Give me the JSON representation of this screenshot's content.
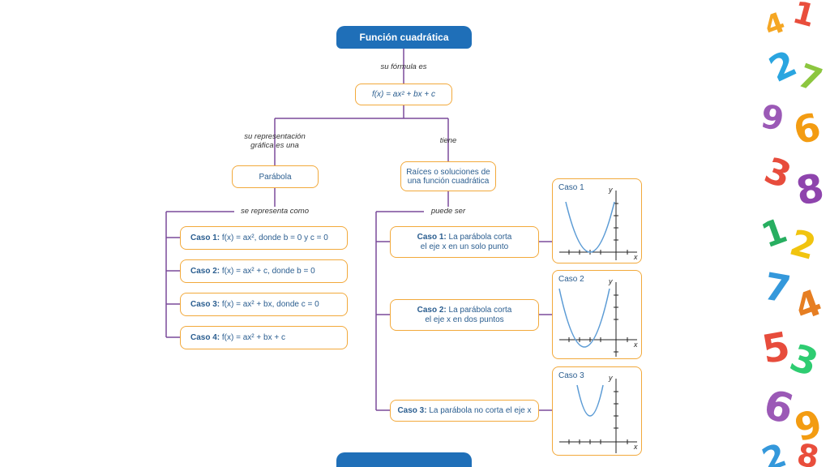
{
  "title": "Función cuadrática",
  "link_formula": "su fórmula es",
  "formula": "f(x) = ax² + bx + c",
  "left_link": [
    "su representación",
    "gráfica es una"
  ],
  "right_link": "tiene",
  "parabola": "Parábola",
  "roots": [
    "Raíces o soluciones de",
    "una función cuadrática"
  ],
  "left_link2": "se representa como",
  "right_link2": "puede ser",
  "left_cases": [
    {
      "label": "Caso 1:",
      "text": " f(x) = ax², donde b = 0 y c = 0"
    },
    {
      "label": "Caso 2:",
      "text": " f(x) = ax² + c, donde b = 0"
    },
    {
      "label": "Caso 3:",
      "text": " f(x) = ax² + bx, donde c = 0"
    },
    {
      "label": "Caso 4:",
      "text": " f(x) = ax² + bx + c"
    }
  ],
  "right_cases": [
    {
      "label": "Caso 1:",
      "line1": " La parábola corta",
      "line2": "el eje x en un solo punto"
    },
    {
      "label": "Caso 2:",
      "line1": " La parábola corta",
      "line2": "el eje x en dos puntos"
    },
    {
      "label": "Caso 3:",
      "line1": " La parábola no corta el eje x",
      "line2": ""
    }
  ],
  "graphs": [
    {
      "caption": "Caso 1",
      "xaxis": "x",
      "yaxis": "y"
    },
    {
      "caption": "Caso 2",
      "xaxis": "x",
      "yaxis": "y"
    },
    {
      "caption": "Caso 3",
      "xaxis": "x",
      "yaxis": "y"
    }
  ],
  "colors": {
    "accent_blue": "#1f6fb8",
    "box_border": "#f2a93b",
    "connector": "#7a4a9a",
    "curve": "#5b9bd5"
  }
}
